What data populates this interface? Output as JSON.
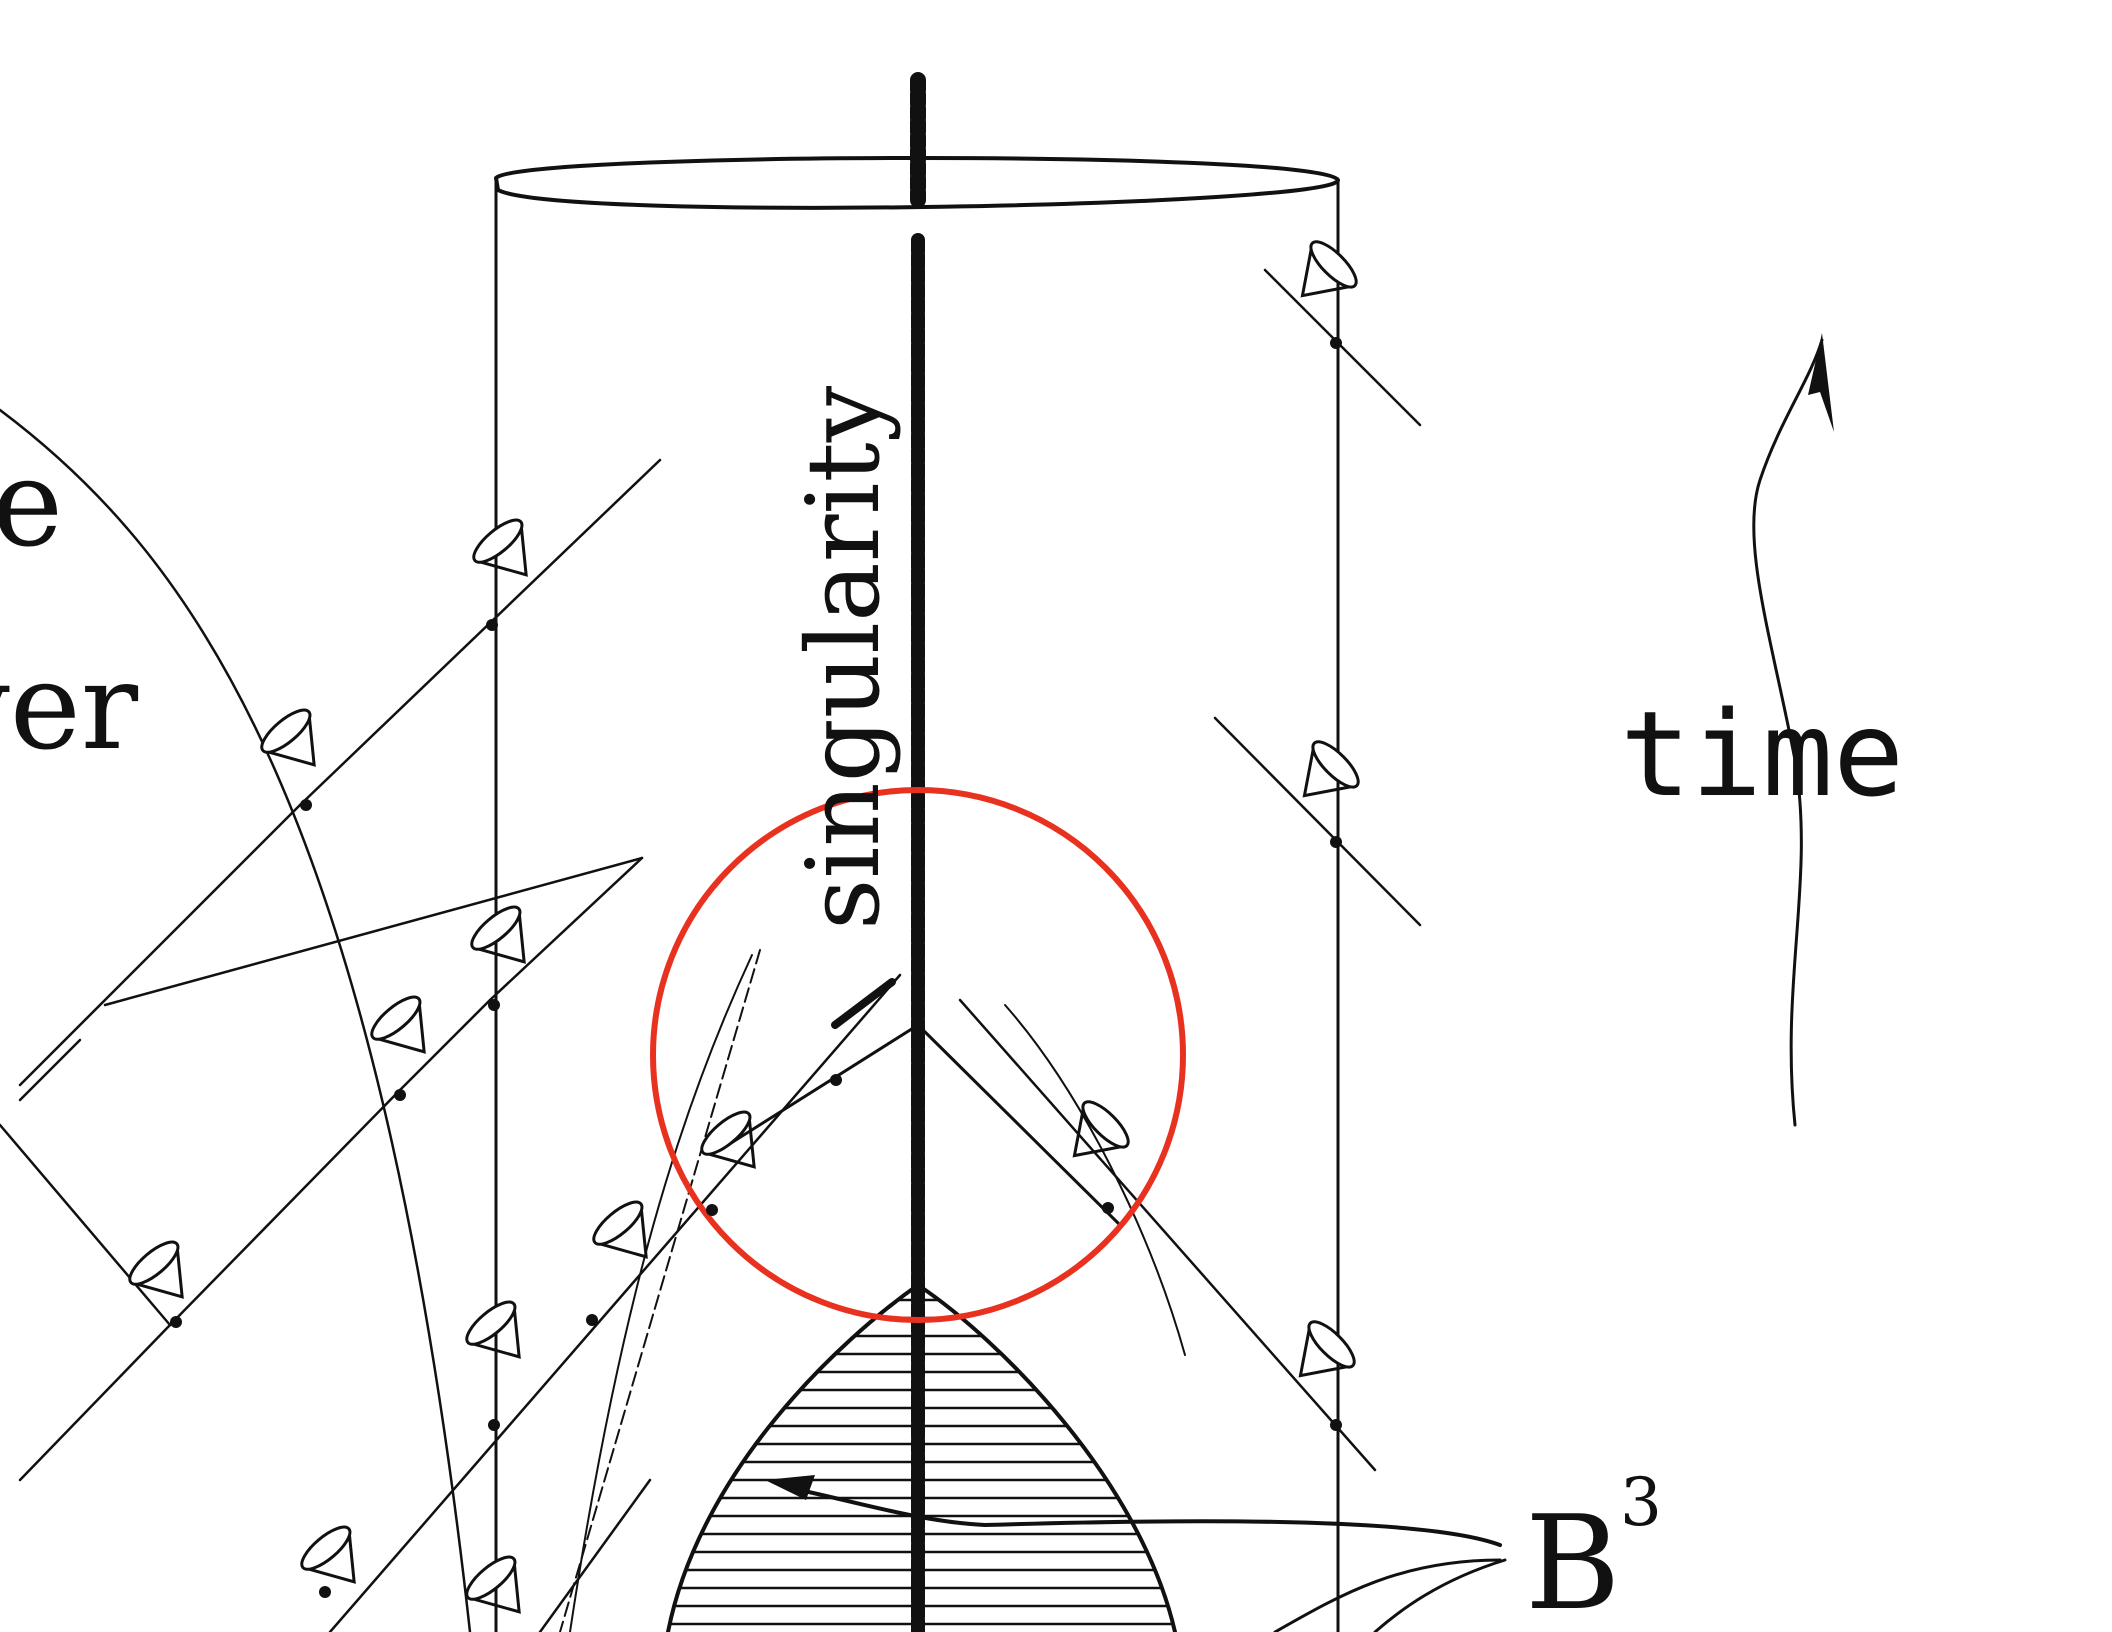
{
  "diagram": {
    "labels": {
      "singularity": "singularity",
      "time": "time",
      "b3_base": "B",
      "b3_exp": "3",
      "left_fragment_top": "e",
      "left_fragment_bottom": "ver"
    },
    "colors": {
      "ink": "#111111",
      "highlight": "#e8321f",
      "background": "#ffffff"
    },
    "icons": [
      "light-cone-icon",
      "time-arrow-icon",
      "highlight-circle"
    ]
  }
}
